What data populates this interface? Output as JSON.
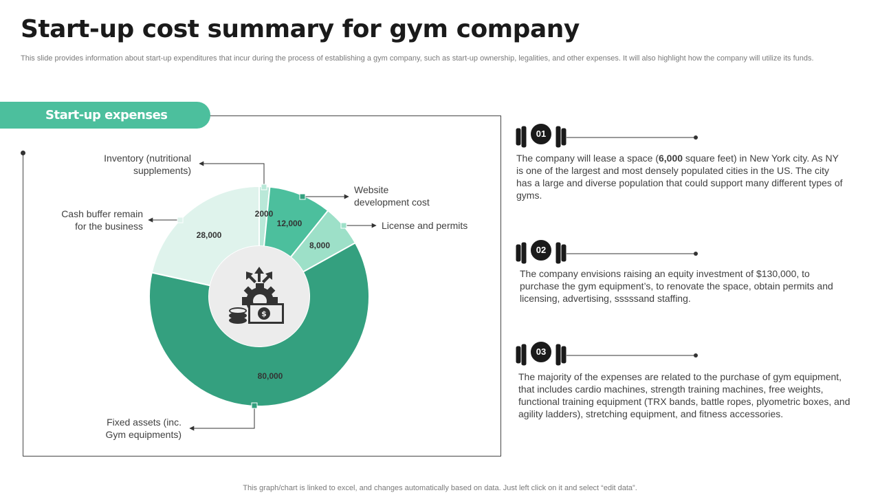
{
  "title": "Start-up cost summary for gym company",
  "subtitle": "This slide provides information about start-up expenditures that incur during the process of establishing a gym company, such as start-up ownership, legalities, and other expenses. It will also highlight how the company will utilize its funds.",
  "section_label": "Start-up expenses",
  "colors": {
    "accent": "#4cbf9d",
    "fixed_assets": "#34a07f",
    "cash_buffer": "#dff3ec",
    "inventory": "#b9e8d8",
    "website": "#4cbf9d",
    "license": "#9de0c8"
  },
  "chart_data": {
    "type": "pie",
    "style": "donut",
    "center_icon": "money-gear-icon",
    "slices": [
      {
        "label": "Inventory (nutritional supplements)",
        "value": 2000,
        "display": "2000",
        "color": "#b9e8d8"
      },
      {
        "label": "Website development cost",
        "value": 12000,
        "display": "12,000",
        "color": "#4cbf9d"
      },
      {
        "label": "License and permits",
        "value": 8000,
        "display": "8,000",
        "color": "#9de0c8"
      },
      {
        "label": "Fixed assets (inc. Gym equipments)",
        "value": 80000,
        "display": "80,000",
        "color": "#34a07f"
      },
      {
        "label": "Cash buffer remain for the business",
        "value": 28000,
        "display": "28,000",
        "color": "#dff3ec"
      }
    ]
  },
  "callouts": {
    "inventory": [
      "Inventory (nutritional",
      "supplements)"
    ],
    "website": [
      "Website",
      "development cost"
    ],
    "license": "License and permits",
    "cash": [
      "Cash buffer remain",
      "for the business"
    ],
    "fixed": [
      "Fixed assets (inc.",
      "Gym equipments)"
    ]
  },
  "items": [
    {
      "number": "01",
      "text_before": "The company will lease a space (",
      "text_bold": "6,000",
      "text_after": " square feet) in New York city. As NY is one of the largest and most densely populated cities in the US. The city has a large and diverse population that could support many different types of gyms."
    },
    {
      "number": "02",
      "text": "The company envisions raising an equity investment of $130,000, to purchase the gym equipment’s, to renovate the space, obtain permits and licensing, advertising, sssssand staffing."
    },
    {
      "number": "03",
      "text": "The majority of the expenses are related to the purchase of gym equipment, that includes cardio machines, strength training machines, free weights, functional training equipment (TRX bands, battle ropes, plyometric boxes, and agility ladders), stretching equipment, and fitness accessories."
    }
  ],
  "footer": "This graph/chart is linked to excel,  and changes automatically based on data. Just left click on it and select “edit data”."
}
